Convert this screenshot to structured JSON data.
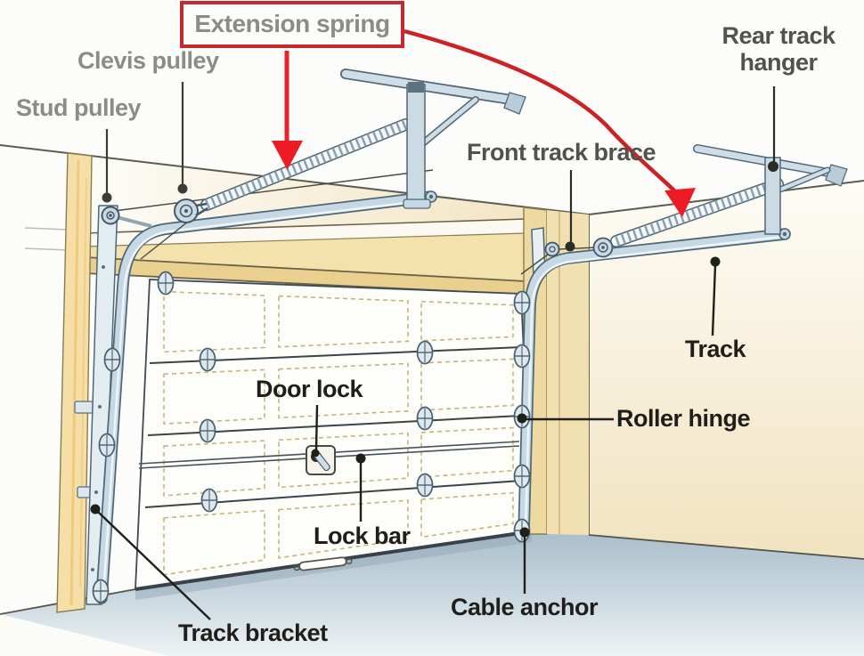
{
  "diagram": {
    "annotation_box": {
      "label": "Extension spring"
    },
    "labels": {
      "stud_pulley": "Stud pulley",
      "clevis_pulley": "Clevis pulley",
      "rear_track_hanger": "Rear track hanger",
      "front_track_brace": "Front track brace",
      "track": "Track",
      "roller_hinge": "Roller hinge",
      "door_lock": "Door lock",
      "lock_bar": "Lock bar",
      "cable_anchor": "Cable anchor",
      "track_bracket": "Track bracket"
    },
    "colors": {
      "red_box": "#c42a30",
      "red_arrow": "#ed1c24",
      "gray_label": "#8d8c84",
      "mid_label": "#53524a",
      "black_label": "#1f1e1a",
      "steel": "#c6d8e3",
      "steel_dark": "#4f6877",
      "wood_header": "#f4e2ad",
      "wood_trim": "#e9d08f",
      "wall_cream": "#f3e6c6",
      "floor_blue": "#b7c6d2",
      "door_white": "#fdfdfa"
    }
  }
}
